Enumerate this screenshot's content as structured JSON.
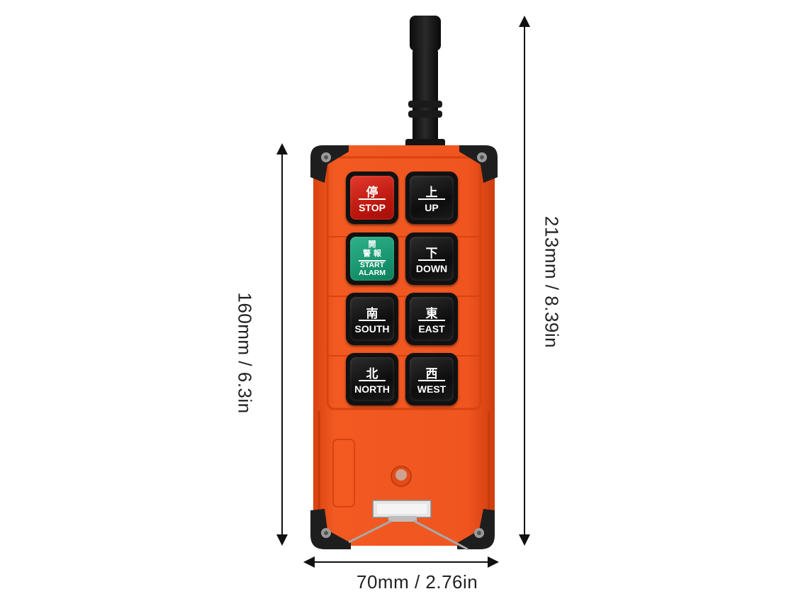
{
  "dimensions": {
    "total_height": "213mm / 8.39in",
    "body_height": "160mm / 6.3in",
    "width": "70mm / 2.76in"
  },
  "buttons": [
    {
      "cjk": "停",
      "label": "STOP",
      "color": "#c8190f"
    },
    {
      "cjk": "上",
      "label": "UP",
      "color": "#111111"
    },
    {
      "cjk": "開\n警 報",
      "label": "START\nALARM",
      "color": "#1a9b74"
    },
    {
      "cjk": "下",
      "label": "DOWN",
      "color": "#111111"
    },
    {
      "cjk": "南",
      "label": "SOUTH",
      "color": "#111111"
    },
    {
      "cjk": "東",
      "label": "EAST",
      "color": "#111111"
    },
    {
      "cjk": "北",
      "label": "NORTH",
      "color": "#111111"
    },
    {
      "cjk": "西",
      "label": "WEST",
      "color": "#111111"
    }
  ],
  "colors": {
    "housing": "#f0541e",
    "background": "#ffffff"
  }
}
